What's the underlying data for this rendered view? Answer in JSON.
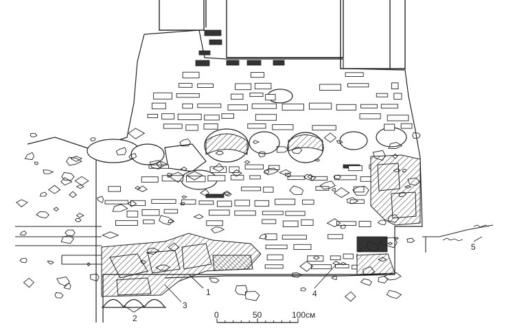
{
  "diagram": {
    "callouts": [
      "1",
      "2",
      "3",
      "4",
      "5"
    ],
    "scale_bar": {
      "ticks": [
        "0",
        "50",
        "100"
      ],
      "unit": "см"
    }
  },
  "colors": {
    "ink": "#222222",
    "paper": "#ffffff",
    "dark_fill": "#333333"
  }
}
